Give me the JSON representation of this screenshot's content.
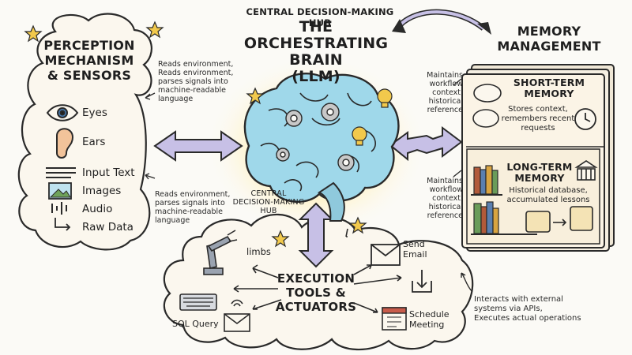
{
  "hub_label_top": "CENTRAL DECISION-MAKING HUB",
  "brain_title": [
    "THE ORCHESTRATING",
    "BRAIN",
    "(LLM)"
  ],
  "hub_label_bottom": [
    "CENTRAL",
    "DECISION-MAKING",
    "HUB"
  ],
  "perception": {
    "title": [
      "PERCEPTION",
      "MECHANISM",
      "& SENSORS"
    ],
    "note_top": [
      "Reads environment,",
      "Reads environment,",
      "parses signals into",
      "machine-readable",
      "language"
    ],
    "note_bottom": [
      "Reads environment,",
      "parses signals into",
      "machine-readable",
      "language"
    ],
    "items": [
      "Eyes",
      "Ears",
      "Input Text",
      "Images",
      "Audio",
      "Raw Data"
    ]
  },
  "memory": {
    "title": [
      "MEMORY",
      "MANAGEMENT"
    ],
    "note_top": [
      "Maintains",
      "workflow",
      "context,",
      "historical",
      "reference"
    ],
    "note_bottom": [
      "Maintains",
      "workflow",
      "context,",
      "historical",
      "reference"
    ],
    "short_term": {
      "title": [
        "SHORT-TERM",
        "MEMORY"
      ],
      "desc": [
        "Stores context,",
        "remembers recent",
        "requests"
      ]
    },
    "long_term": {
      "title": [
        "LONG-TERM",
        "MEMORY"
      ],
      "desc": [
        "Historical database,",
        "accumulated lessons"
      ]
    }
  },
  "execution": {
    "title": [
      "EXECUTION",
      "TOOLS &",
      "ACTUATORS"
    ],
    "items": {
      "limbs": "limbs",
      "sql": "SQL Query",
      "email": [
        "Send",
        "Email"
      ],
      "meeting": [
        "Schedule",
        "Meeting"
      ]
    },
    "note": [
      "Interacts with external",
      "systems via APIs,",
      "Executes actual operations"
    ]
  },
  "colors": {
    "brain": "#9fd8ea",
    "glow": "#fff1a8",
    "arrow": "#c7c0e6",
    "paper": "#fbf4e6",
    "ink": "#1f1f1f"
  }
}
